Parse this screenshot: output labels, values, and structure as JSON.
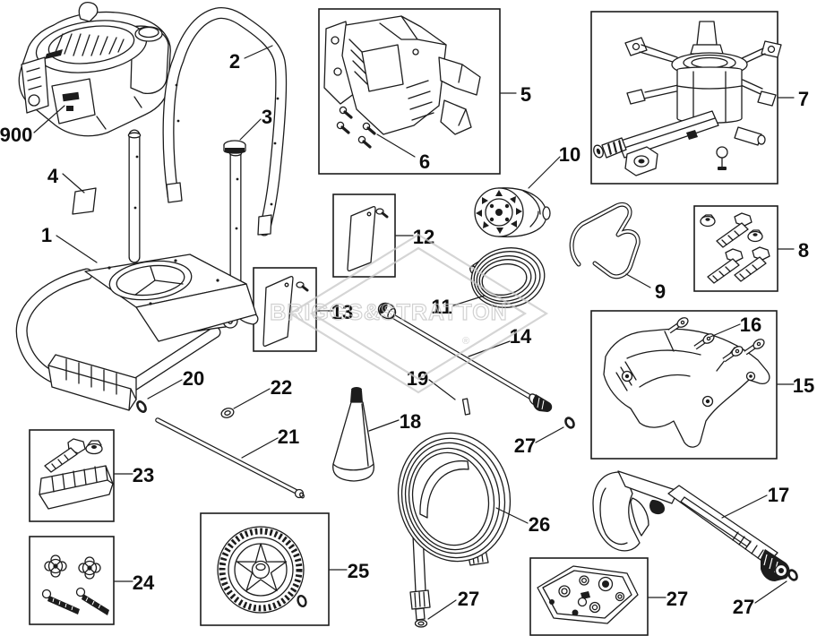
{
  "diagram": {
    "watermark": {
      "text": "BRIGGS&STRATTON",
      "registered": "®"
    },
    "colors": {
      "line": "#1c1c1c",
      "watermark": "#c7c7c7",
      "background": "#ffffff"
    },
    "callouts": [
      {
        "part": "engine",
        "label": "900"
      },
      {
        "part": "frame",
        "label": "1"
      },
      {
        "part": "handle",
        "label": "2"
      },
      {
        "part": "handle-cap",
        "label": "3"
      },
      {
        "part": "decal",
        "label": "4"
      },
      {
        "part": "control-panel-kit",
        "label": "5"
      },
      {
        "part": "panel-screws",
        "label": "6"
      },
      {
        "part": "pump-assembly",
        "label": "7"
      },
      {
        "part": "bolt-nut-kit",
        "label": "8"
      },
      {
        "part": "hose-clip",
        "label": "9"
      },
      {
        "part": "knob",
        "label": "10"
      },
      {
        "part": "siphon-hose",
        "label": "11"
      },
      {
        "part": "side-plate-kit-right",
        "label": "12"
      },
      {
        "part": "side-plate-kit-left",
        "label": "13"
      },
      {
        "part": "lance",
        "label": "14"
      },
      {
        "part": "pump-cover-kit",
        "label": "15"
      },
      {
        "part": "cover-screws",
        "label": "16"
      },
      {
        "part": "spray-gun",
        "label": "17"
      },
      {
        "part": "nozzle-holder",
        "label": "18"
      },
      {
        "part": "pin",
        "label": "19"
      },
      {
        "part": "o-ring-small",
        "label": "20"
      },
      {
        "part": "axle-rod",
        "label": "21"
      },
      {
        "part": "washer",
        "label": "22"
      },
      {
        "part": "foot-kit",
        "label": "23"
      },
      {
        "part": "knob-bolt-kit",
        "label": "24"
      },
      {
        "part": "wheel-kit",
        "label": "25"
      },
      {
        "part": "high-pressure-hose",
        "label": "26"
      },
      {
        "part": "lance-o-ring",
        "label": "27"
      },
      {
        "part": "hose-o-ring",
        "label": "27"
      },
      {
        "part": "nozzle-kit",
        "label": "27"
      },
      {
        "part": "gun-o-ring",
        "label": "27"
      }
    ]
  }
}
